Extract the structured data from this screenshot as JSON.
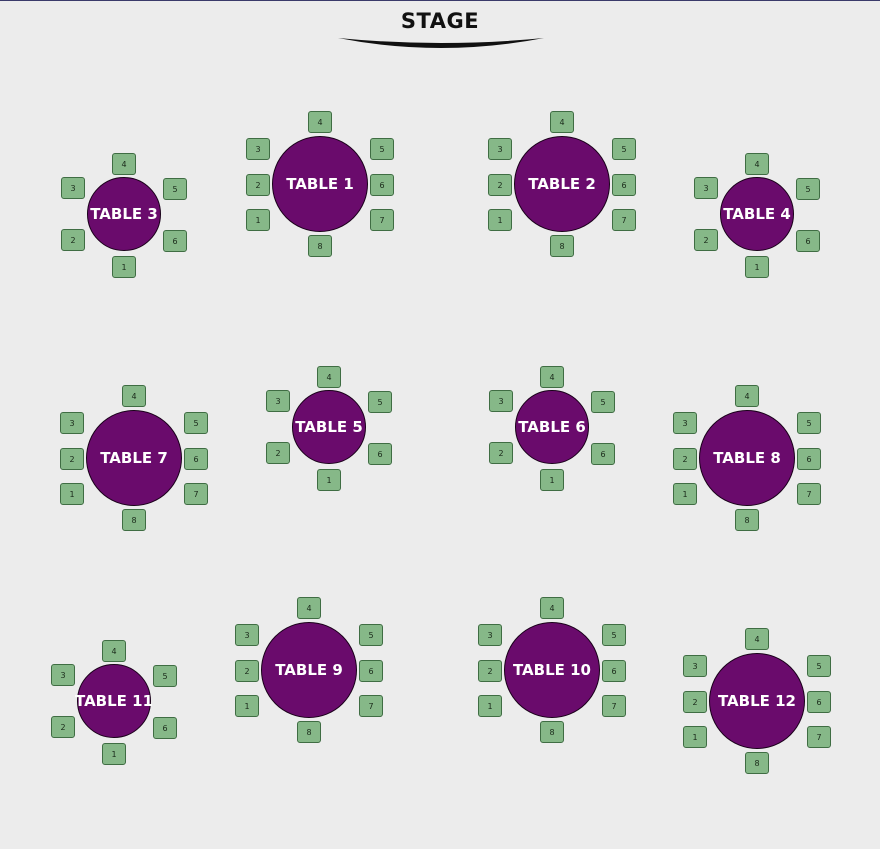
{
  "stage": {
    "label": "STAGE"
  },
  "colors": {
    "background": "#ececec",
    "table_fill": "#6a0b6c",
    "seat_fill": "#86b888",
    "seat_border": "#3f6d43",
    "stage_arc": "#111111"
  },
  "tables": [
    {
      "label": "TABLE 1",
      "seats": [
        "1",
        "2",
        "3",
        "4",
        "5",
        "6",
        "7",
        "8"
      ]
    },
    {
      "label": "TABLE 2",
      "seats": [
        "1",
        "2",
        "3",
        "4",
        "5",
        "6",
        "7",
        "8"
      ]
    },
    {
      "label": "TABLE 3",
      "seats": [
        "1",
        "2",
        "3",
        "4",
        "5",
        "6"
      ]
    },
    {
      "label": "TABLE 4",
      "seats": [
        "1",
        "2",
        "3",
        "4",
        "5",
        "6"
      ]
    },
    {
      "label": "TABLE 5",
      "seats": [
        "1",
        "2",
        "3",
        "4",
        "5",
        "6"
      ]
    },
    {
      "label": "TABLE 6",
      "seats": [
        "1",
        "2",
        "3",
        "4",
        "5",
        "6"
      ]
    },
    {
      "label": "TABLE 7",
      "seats": [
        "1",
        "2",
        "3",
        "4",
        "5",
        "6",
        "7",
        "8"
      ]
    },
    {
      "label": "TABLE 8",
      "seats": [
        "1",
        "2",
        "3",
        "4",
        "5",
        "6",
        "7",
        "8"
      ]
    },
    {
      "label": "TABLE 9",
      "seats": [
        "1",
        "2",
        "3",
        "4",
        "5",
        "6",
        "7",
        "8"
      ]
    },
    {
      "label": "TABLE 10",
      "seats": [
        "1",
        "2",
        "3",
        "4",
        "5",
        "6",
        "7",
        "8"
      ]
    },
    {
      "label": "TABLE 11",
      "seats": [
        "1",
        "2",
        "3",
        "4",
        "5",
        "6"
      ]
    },
    {
      "label": "TABLE 12",
      "seats": [
        "1",
        "2",
        "3",
        "4",
        "5",
        "6",
        "7",
        "8"
      ]
    }
  ]
}
